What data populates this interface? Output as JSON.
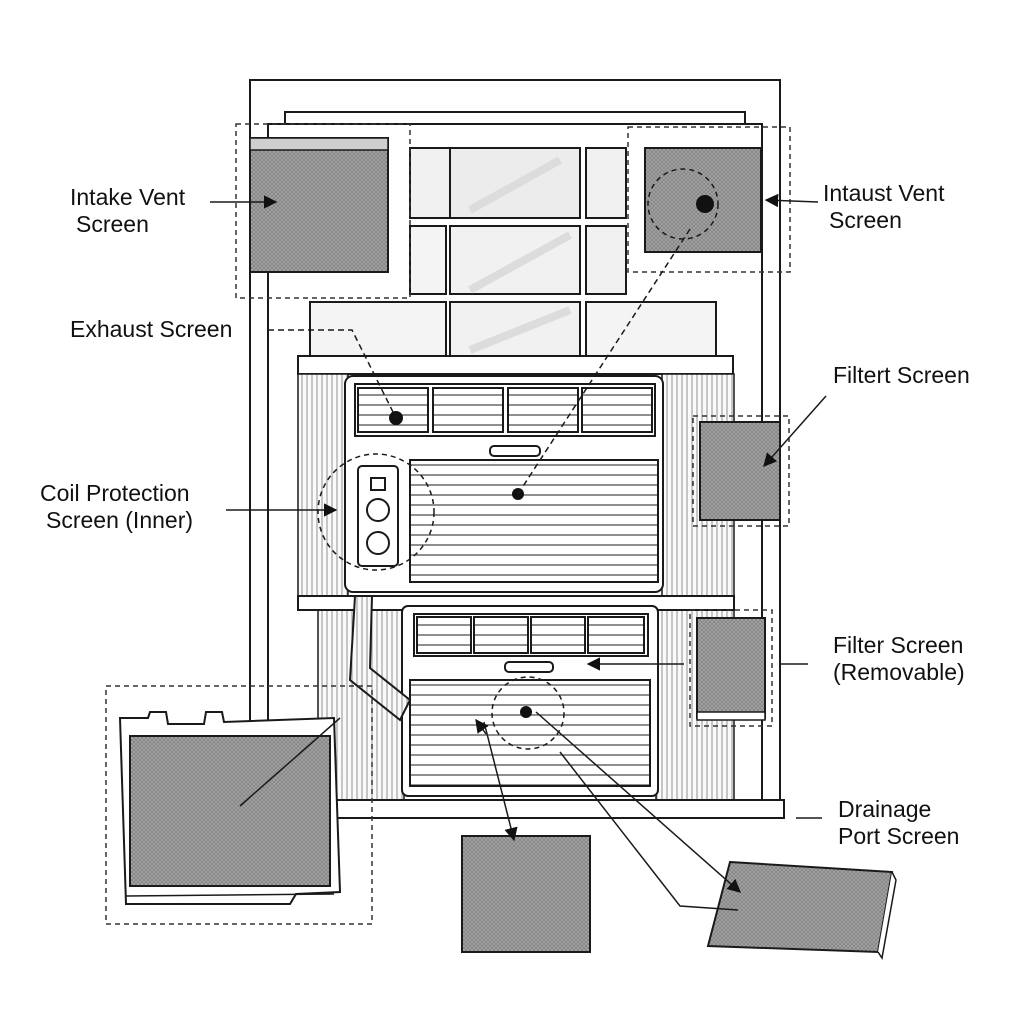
{
  "labels": {
    "intake_vent": [
      "Intake Vent",
      "Screen"
    ],
    "intaust_vent": [
      "Intaust Vent",
      "Screen"
    ],
    "exhaust": "Exhaust Screen",
    "filtert": "Filtert Screen",
    "coil_protection": [
      "Coil Protection",
      "Screen (Inner)"
    ],
    "filter_removable": [
      "Filter Screen",
      "(Removable)"
    ],
    "drainage_port": [
      "Drainage",
      "Port Screen"
    ]
  },
  "colors": {
    "line": "#1a1a1a",
    "mesh_fill": "#9c9c9c",
    "mesh_dark": "#7d7d7d",
    "glass": "#f1f1f1",
    "background": "#ffffff"
  }
}
